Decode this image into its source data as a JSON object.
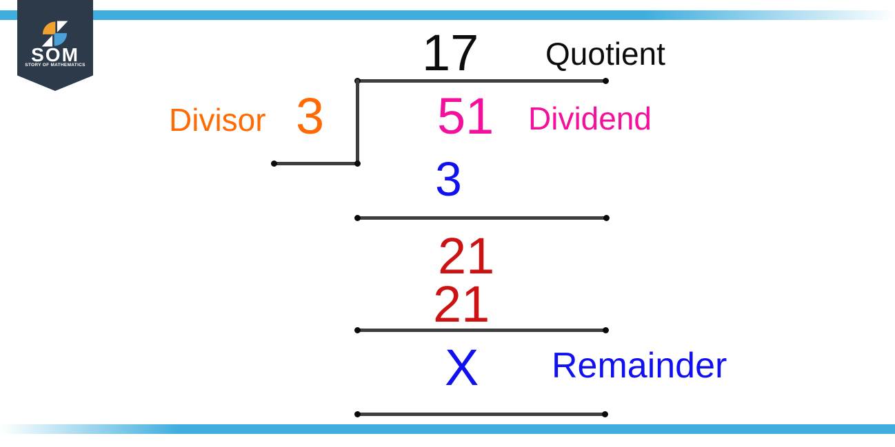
{
  "brand": {
    "name": "SOM",
    "tagline": "STORY OF MATHEMATICS",
    "colors": {
      "banner_navy": "#2C3A49",
      "pinwheel_orange": "#F0A12F",
      "pinwheel_blue": "#4BA1D8"
    }
  },
  "accent": {
    "bar_color": "#3FAEDE"
  },
  "division": {
    "quotient": {
      "value": "17",
      "label": "Quotient",
      "color": "#0C0C0C"
    },
    "divisor": {
      "label": "Divisor",
      "value": "3",
      "color": "#FF6A05"
    },
    "dividend": {
      "value": "51",
      "label": "Dividend",
      "color": "#F2109C"
    },
    "work_rows": [
      {
        "value": "3",
        "color": "#1010F0"
      },
      {
        "value": "21",
        "color": "#CC1212"
      },
      {
        "value": "21",
        "color": "#CC1212"
      }
    ],
    "remainder": {
      "value": "X",
      "label": "Remainder",
      "color": "#1010F0"
    },
    "line_color": "#3E3E3E"
  }
}
